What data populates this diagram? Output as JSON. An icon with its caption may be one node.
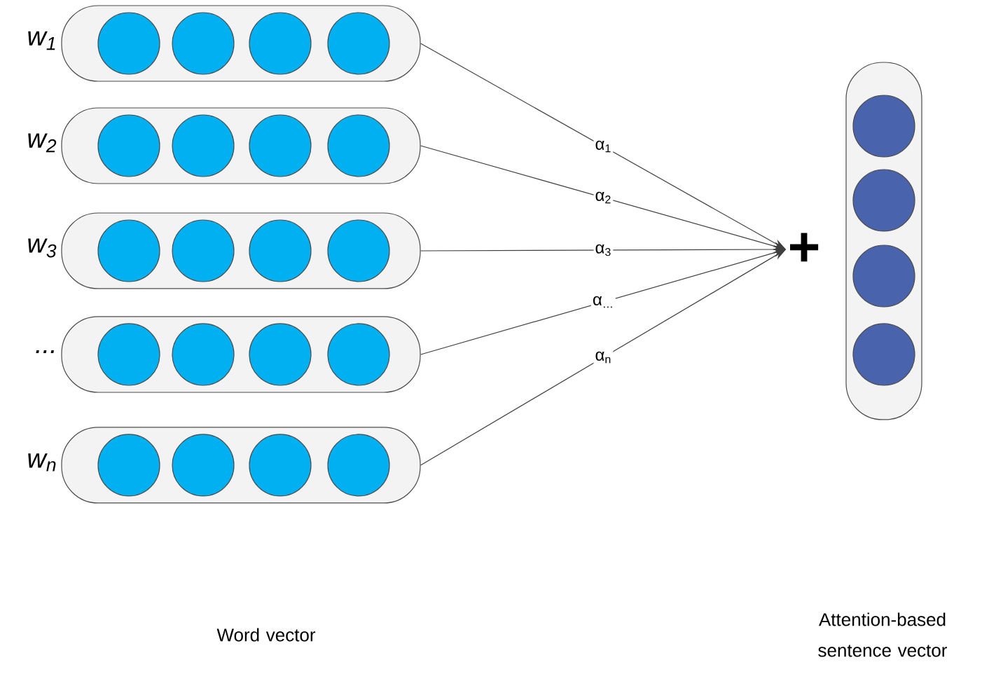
{
  "diagram": {
    "nodes": [
      {
        "text": [
          "w$_{1}$"
        ]
      },
      {
        "text": [],
        "shape": "circle",
        "in": 0
      },
      {
        "text": [],
        "shape": "circle",
        "in": 0
      },
      {
        "text": [],
        "shape": "circle",
        "in": 0
      },
      {
        "text": [],
        "shape": "circle",
        "in": 0
      },
      {
        "text": [
          "w$_{2}$"
        ]
      },
      {
        "text": [],
        "shape": "circle",
        "in": 5
      },
      {
        "text": [],
        "shape": "circle",
        "in": 5
      },
      {
        "text": [],
        "shape": "circle",
        "in": 5
      },
      {
        "text": [],
        "shape": "circle",
        "in": 5
      },
      {
        "text": [
          "w$_{3}$"
        ]
      },
      {
        "text": [],
        "shape": "circle",
        "in": 10
      },
      {
        "text": [],
        "shape": "circle",
        "in": 10
      },
      {
        "text": [],
        "shape": "circle",
        "in": 10
      },
      {
        "text": [],
        "shape": "circle",
        "in": 10
      },
      {
        "text": [
          "..."
        ]
      },
      {
        "text": [],
        "shape": "circle",
        "in": 15
      },
      {
        "text": [],
        "shape": "circle",
        "in": 15
      },
      {
        "text": [],
        "shape": "circle",
        "in": 15
      },
      {
        "text": [],
        "shape": "circle",
        "in": 15
      },
      {
        "text": [
          "w$_{n}$"
        ]
      },
      {
        "text": [],
        "shape": "circle",
        "in": 20
      },
      {
        "text": [],
        "shape": "circle",
        "in": 20
      },
      {
        "text": [],
        "shape": "circle",
        "in": 20
      },
      {
        "text": [],
        "shape": "circle",
        "in": 20
      },
      {
        "text": [
          "+"
        ]
      },
      {
        "text": [],
        "shape": "box"
      },
      {
        "text": [],
        "shape": "circle",
        "in": 26
      },
      {
        "text": [],
        "shape": "circle",
        "in": 26
      },
      {
        "text": [],
        "shape": "circle",
        "in": 26
      },
      {
        "text": [],
        "shape": "circle",
        "in": 26
      }
    ],
    "edges": [
      {
        "from": 0,
        "to": 25,
        "arrow": "to",
        "label": "α$_{1}$"
      },
      {
        "from": 5,
        "to": 25,
        "arrow": "to",
        "label": "α$_{2}$"
      },
      {
        "from": 10,
        "to": 25,
        "arrow": "to",
        "label": "α$_{3}$"
      },
      {
        "from": 15,
        "to": 25,
        "arrow": "to",
        "label": "α$_{…}$"
      },
      {
        "from": 20,
        "to": 25,
        "arrow": "to",
        "label": "α$_{n}$"
      }
    ],
    "labels": [
      "Word vector",
      "Attention-based sentence vector"
    ]
  }
}
